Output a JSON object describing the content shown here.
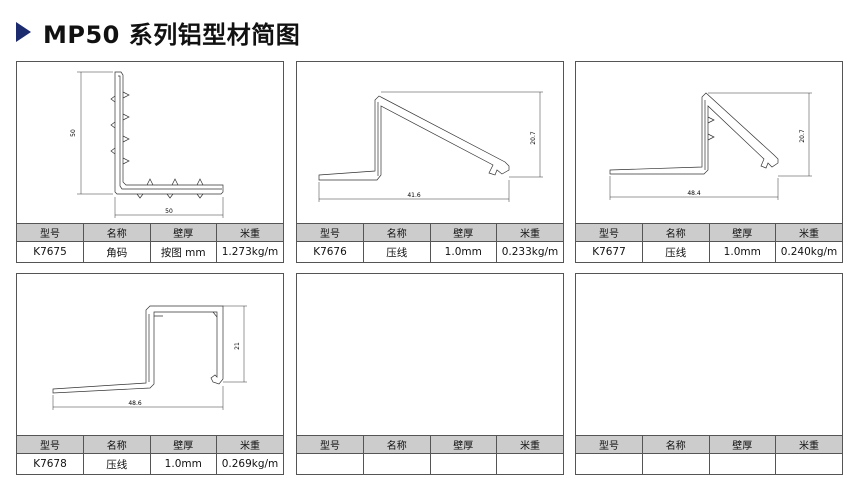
{
  "title": "MP50 系列铝型材简图",
  "table_headers": [
    "型号",
    "名称",
    "壁厚",
    "米重"
  ],
  "cards": [
    {
      "model": "K7675",
      "name": "角码",
      "thickness": "按图 mm",
      "weight": "1.273kg/m",
      "dims": [
        "50",
        "50"
      ]
    },
    {
      "model": "K7676",
      "name": "压线",
      "thickness": "1.0mm",
      "weight": "0.233kg/m",
      "dims": [
        "41.6",
        "20.7"
      ]
    },
    {
      "model": "K7677",
      "name": "压线",
      "thickness": "1.0mm",
      "weight": "0.240kg/m",
      "dims": [
        "48.4",
        "20.7"
      ]
    },
    {
      "model": "K7678",
      "name": "压线",
      "thickness": "1.0mm",
      "weight": "0.269kg/m",
      "dims": [
        "48.6",
        "21"
      ]
    },
    {
      "model": "",
      "name": "",
      "thickness": "",
      "weight": "",
      "dims": []
    },
    {
      "model": "",
      "name": "",
      "thickness": "",
      "weight": "",
      "dims": []
    }
  ]
}
